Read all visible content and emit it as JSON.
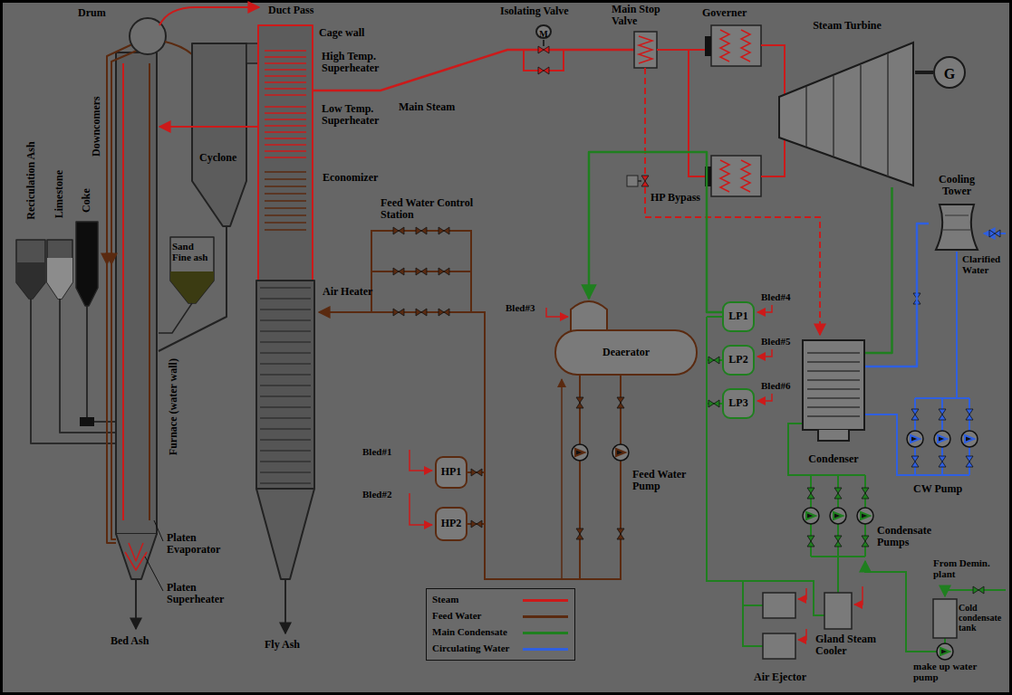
{
  "diagram": {
    "nodes": [
      {
        "text": [
          "M"
        ]
      },
      {
        "text": [
          "Steam Turbine"
        ]
      },
      {
        "text": [
          "G"
        ]
      },
      {
        "text": [
          "Cooling Tower"
        ]
      },
      {
        "text": [
          "Deaerator"
        ]
      },
      {
        "text": [
          "LP1"
        ]
      },
      {
        "text": [
          "LP2"
        ]
      },
      {
        "text": [
          "LP3"
        ]
      },
      {
        "text": [
          "Condenser"
        ]
      },
      {
        "text": [
          "HP1"
        ]
      },
      {
        "text": [
          "HP2"
        ]
      }
    ],
    "edges": [
      {
        "from": 1,
        "to": 2,
        "arrow": "none"
      },
      {
        "from": 1,
        "to": 8,
        "arrow": "none"
      },
      {
        "from": 8,
        "to": 3,
        "arrow": "none"
      },
      {
        "from": 5,
        "to": 4,
        "arrow": "to"
      }
    ],
    "labels": [
      "Drum",
      "Duct Pass",
      "Cage wall",
      "High Temp. Superheater",
      "Low Temp. Superheater",
      "Cyclone",
      "Economizer",
      "Air Heater",
      "Sand Fine ash",
      "Furnace (water wall)",
      "Downcomers",
      "Coke",
      "Limestone",
      "Reciculation Ash",
      "Platen Evaporator",
      "Platen Superheater",
      "Bed Ash",
      "Fly Ash",
      "Main Steam",
      "Isolating Valve",
      "Main Stop Valve",
      "Governer",
      "HP Bypass",
      "Feed Water Control Station",
      "Bled#3",
      "Bled#1",
      "Bled#2",
      "Feed Water Pump",
      "Bled#4",
      "Bled#5",
      "Bled#6",
      "Condensate Pumps",
      "Air Ejector",
      "Gland Steam Cooler",
      "CW Pump",
      "Clarified Water",
      "From Demin. plant",
      "Cold condensate tank",
      "make up water pump"
    ],
    "legend": [
      {
        "text": "Steam",
        "color": "#cc1a1a"
      },
      {
        "text": "Feed Water",
        "color": "#5a2a10"
      },
      {
        "text": "Main Condensate",
        "color": "#1f7f1f"
      },
      {
        "text": "Circulating Water",
        "color": "#2f5fe0"
      }
    ]
  }
}
